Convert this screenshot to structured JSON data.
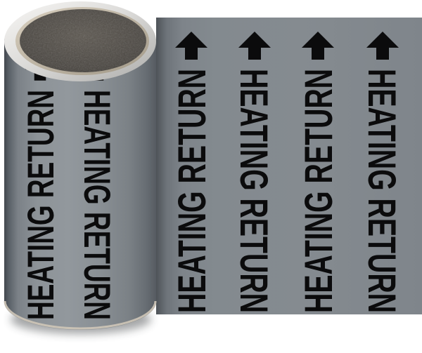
{
  "product": {
    "item": "roll of pipe marker tape",
    "label_text": "HEATING RETURN",
    "arrow_direction": "up",
    "columns_on_roll": 2,
    "columns_on_flat_tape": 4
  },
  "colors": {
    "tape_gray": "#84898E",
    "label_black": "#0B0B0C",
    "roll_rim_light": "#F2F1EF",
    "core_ring_tan": "#C9C0B1",
    "core_dark": "#4A4641",
    "background": "#FFFFFF"
  }
}
